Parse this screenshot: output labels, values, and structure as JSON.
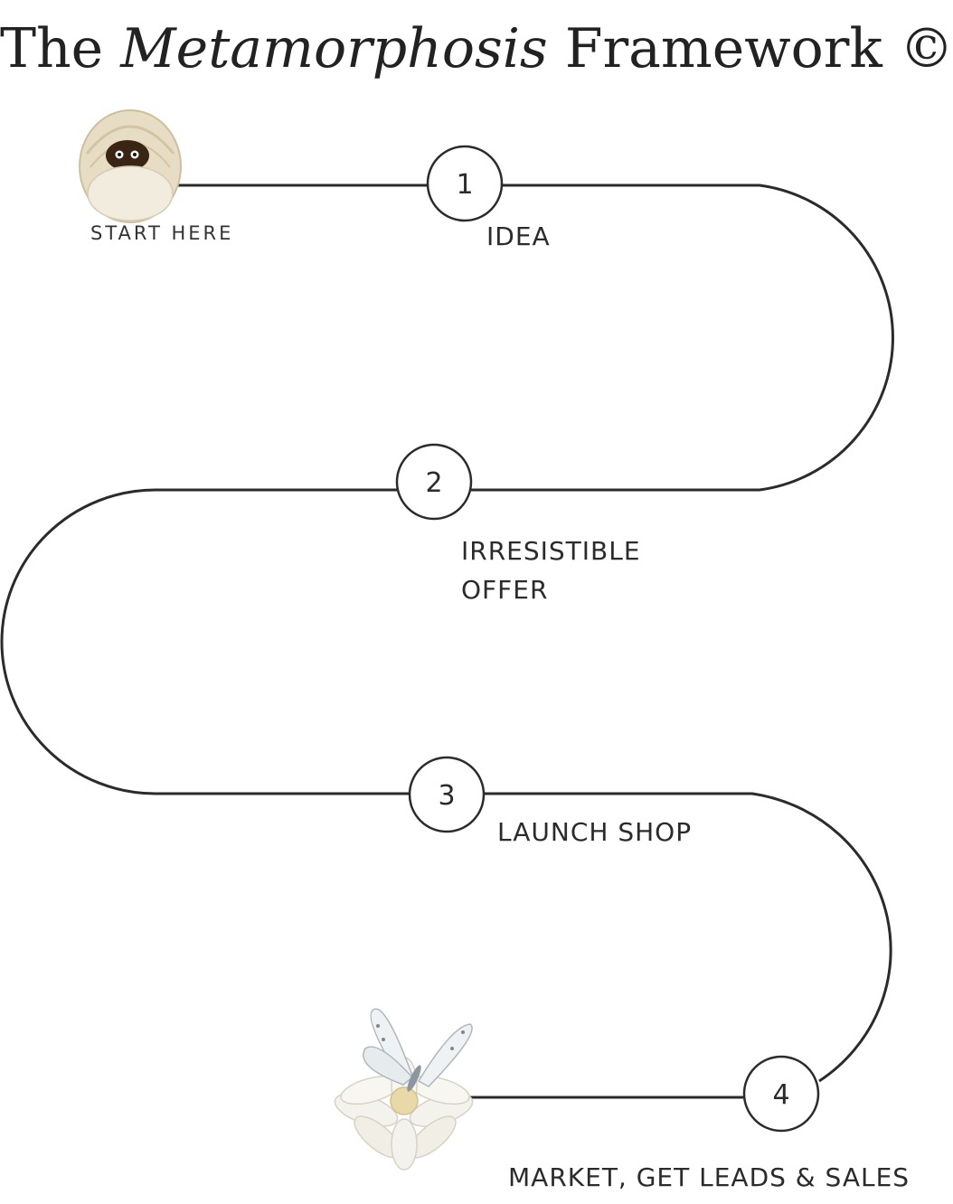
{
  "title": {
    "prefix": "The",
    "emphasis": "Metamorphosis",
    "suffix": "Framework ©"
  },
  "start": {
    "label": "START HERE",
    "icon": "cocoon-icon"
  },
  "steps": [
    {
      "number": "1",
      "label_lines": [
        "IDEA"
      ]
    },
    {
      "number": "2",
      "label_lines": [
        "IRRESISTIBLE",
        "OFFER"
      ]
    },
    {
      "number": "3",
      "label_lines": [
        "LAUNCH SHOP"
      ]
    },
    {
      "number": "4",
      "label_lines": [
        "MARKET, GET LEADS & SALES"
      ]
    }
  ],
  "end": {
    "icon": "butterfly-on-flower-icon"
  },
  "colors": {
    "line": "#2b2b2b",
    "node_fill": "#ffffff",
    "text": "#2b2b2b"
  }
}
